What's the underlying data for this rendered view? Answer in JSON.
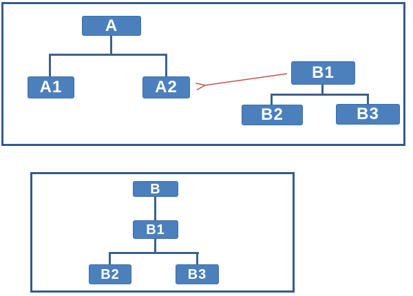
{
  "colors": {
    "background": "#ffffff",
    "panel_border": "#35598B",
    "node_fill": "#4B80BD",
    "node_edge": "#3D6DA8",
    "node_text": "#ffffff",
    "connector": "#38618F",
    "arrow": "#C0504D"
  },
  "top_panel": {
    "tree_a": {
      "root": "A",
      "children": [
        "A1",
        "A2"
      ]
    },
    "tree_b": {
      "root": "B1",
      "children": [
        "B2",
        "B3"
      ]
    },
    "arrow": {
      "from": "B1",
      "to": "A2",
      "style": "thin-open-arrowhead"
    }
  },
  "bottom_panel": {
    "tree": {
      "root": "B",
      "child": "B1",
      "grandchildren": [
        "B2",
        "B3"
      ]
    }
  }
}
